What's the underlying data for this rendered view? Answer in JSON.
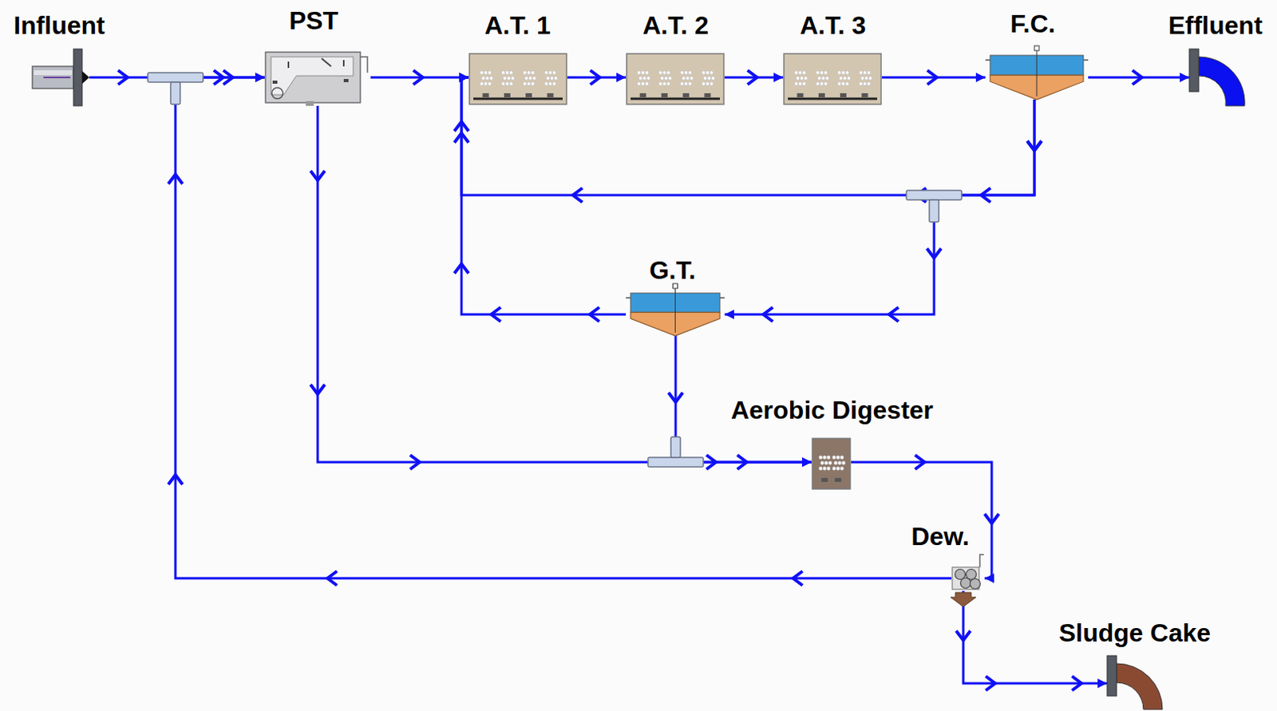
{
  "diagram": {
    "nodes": [
      {
        "text": [
          "Influent"
        ]
      },
      {
        "text": [
          "PST"
        ]
      },
      {
        "text": [
          "A.T. 1"
        ]
      },
      {
        "text": [
          "A.T. 2"
        ]
      },
      {
        "text": [
          "A.T. 3"
        ]
      },
      {
        "text": [
          "F.C."
        ]
      },
      {
        "text": [
          "Effluent"
        ]
      },
      {
        "text": [
          "G.T."
        ]
      },
      {
        "text": [
          "Aerobic Digester"
        ]
      },
      {
        "text": [
          "Dew."
        ]
      },
      {
        "text": [
          "Sludge Cake"
        ]
      }
    ],
    "edges": [
      {
        "from": 0,
        "to": 1,
        "arrow": "to"
      },
      {
        "from": 9,
        "to": 1,
        "arrow": "to"
      },
      {
        "from": 1,
        "to": 2,
        "arrow": "to"
      },
      {
        "from": 2,
        "to": 3,
        "arrow": "to"
      },
      {
        "from": 3,
        "to": 4,
        "arrow": "to"
      },
      {
        "from": 4,
        "to": 5,
        "arrow": "to"
      },
      {
        "from": 5,
        "to": 6,
        "arrow": "to"
      },
      {
        "from": 5,
        "to": 2,
        "arrow": "to"
      },
      {
        "from": 5,
        "to": 7,
        "arrow": "to"
      },
      {
        "from": 7,
        "to": 2,
        "arrow": "to"
      },
      {
        "from": 1,
        "to": 8,
        "arrow": "to"
      },
      {
        "from": 7,
        "to": 8,
        "arrow": "to"
      },
      {
        "from": 8,
        "to": 9,
        "arrow": "to"
      },
      {
        "from": 9,
        "to": 10,
        "arrow": "to"
      }
    ]
  }
}
